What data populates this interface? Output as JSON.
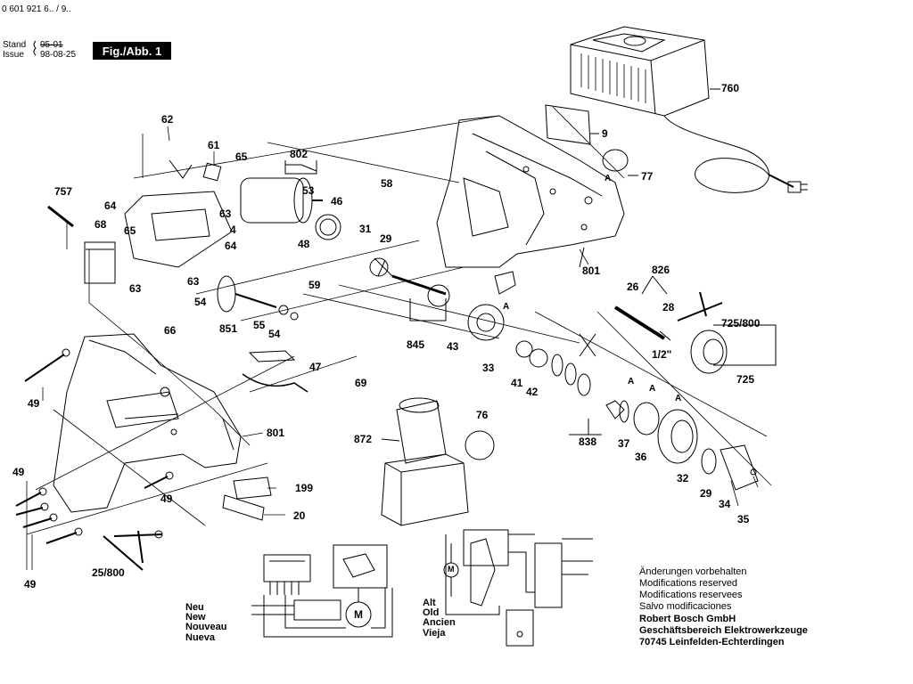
{
  "header": {
    "part_number": "0 601 921 6.. / 9..",
    "stand_label": "Stand",
    "issue_label": "Issue",
    "stand_value": "95-01",
    "issue_value": "98-08-25",
    "figure": "Fig./Abb. 1"
  },
  "part_labels": {
    "p62": "62",
    "p61": "61",
    "p65a": "65",
    "p802": "802",
    "p53": "53",
    "p757": "757",
    "p64a": "64",
    "p63a": "63",
    "p46": "46",
    "p58": "58",
    "p68": "68",
    "p65b": "65",
    "p4": "4",
    "p64b": "64",
    "p48": "48",
    "p31": "31",
    "p29a": "29",
    "p63b": "63",
    "p63c": "63",
    "p54a": "54",
    "p59": "59",
    "p66": "66",
    "p851": "851",
    "p55": "55",
    "p54b": "54",
    "p845": "845",
    "p43": "43",
    "p47": "47",
    "p69": "69",
    "p33": "33",
    "p49a": "49",
    "p801a": "801",
    "p760": "760",
    "p9": "9",
    "p77": "77",
    "p801b": "801",
    "p826": "826",
    "p26": "26",
    "p28": "28",
    "p725_800": "725/800",
    "p725": "725",
    "p41": "41",
    "p42": "42",
    "p838": "838",
    "p37": "37",
    "p36": "36",
    "p32": "32",
    "p29b": "29",
    "p34": "34",
    "p35": "35",
    "p872": "872",
    "p76": "76",
    "p199": "199",
    "p20": "20",
    "p49b": "49",
    "p49c": "49",
    "p49d": "49",
    "p25_800": "25/800",
    "half_inch": "1/2\"",
    "arrow_a": "A"
  },
  "schematic": {
    "new_labels": [
      "Neu",
      "New",
      "Nouveau",
      "Nueva"
    ],
    "old_labels": [
      "Alt",
      "Old",
      "Ancien",
      "Vieja"
    ],
    "motor": "M"
  },
  "notes": {
    "mod_de": "Änderungen vorbehalten",
    "mod_en": "Modifications reserved",
    "mod_fr": "Modifications reservees",
    "mod_es": "Salvo modificaciones",
    "company": "Robert Bosch GmbH",
    "division": "Geschäftsbereich Elektrowerkzeuge",
    "address": "70745 Leinfelden-Echterdingen"
  }
}
